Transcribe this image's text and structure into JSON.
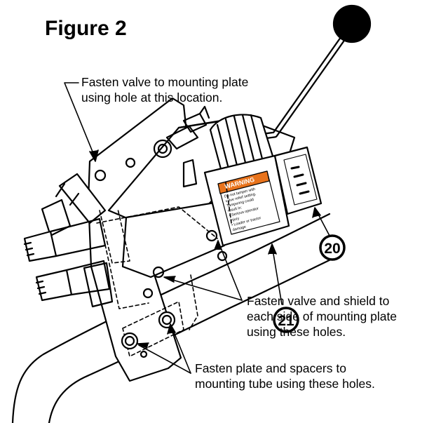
{
  "figure": {
    "title": "Figure 2",
    "callouts": [
      "Fasten valve to mounting plate\nusing hole at this location.",
      "Fasten valve and shield to\neach side of mounting plate\nusing these holes.",
      "Fasten plate and spacers to\nmounting tube using these holes."
    ],
    "part_numbers": [
      "21",
      "20"
    ],
    "warning_decal": {
      "heading": "WARNING",
      "lines": [
        "Do not tamper with",
        "valve relief setting.",
        "Tampering could",
        "result in:",
        "• Serious operator",
        "  injury",
        "• Loader or tractor",
        "  damage"
      ]
    },
    "colors": {
      "ink": "#000000",
      "warning_header": "#e8731c",
      "paper": "#ffffff"
    }
  }
}
